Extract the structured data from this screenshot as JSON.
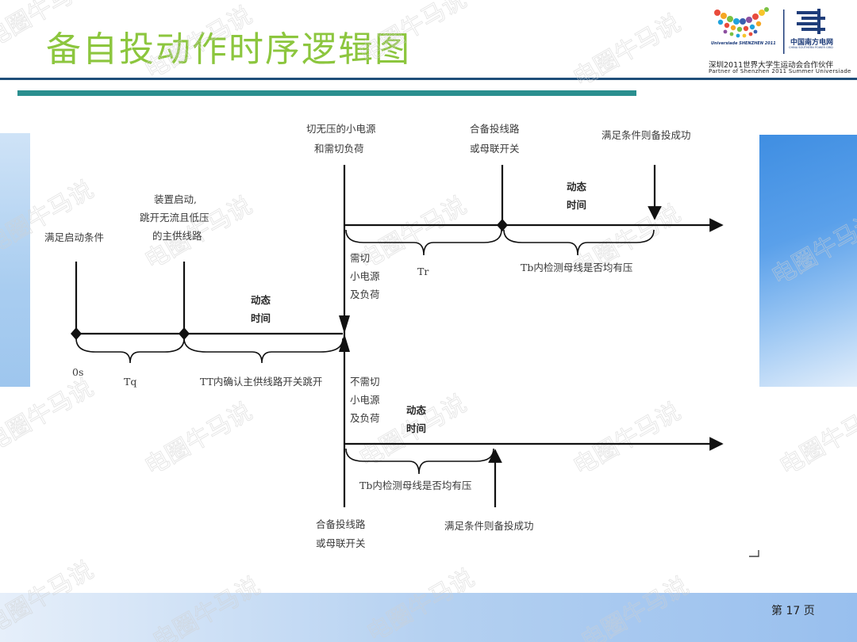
{
  "title": "备自投动作时序逻辑图",
  "logo": {
    "universiade_text": "Universiade SHENZHEN 2011",
    "csg_cn": "中国南方电网",
    "csg_en": "CHINA SOUTHERN POWER GRID",
    "partner_cn": "深圳2011世界大学生运动会合作伙伴",
    "partner_en": "Partner of Shenzhen 2011 Summer Universiade"
  },
  "page": {
    "prefix": "第",
    "number": "17",
    "suffix": "页"
  },
  "diagram": {
    "labels": {
      "start_condition": "满足启动条件",
      "device_start_1": "装置启动,",
      "device_start_2": "跳开无流且低压",
      "device_start_3": "的主供线路",
      "dynamic_1a": "动态",
      "dynamic_1b": "时间",
      "t0": "0s",
      "tq": "Tq",
      "tt_confirm": "TT内确认主供线路开关跳开",
      "cut_source_1": "切无压的小电源",
      "cut_source_2": "和需切负荷",
      "need_cut_1": "需切",
      "need_cut_2": "小电源",
      "need_cut_3": "及负荷",
      "tr": "Tr",
      "close_breaker_top_1": "合备投线路",
      "close_breaker_top_2": "或母联开关",
      "dynamic_2a": "动态",
      "dynamic_2b": "时间",
      "tb_check_top": "Tb内检测母线是否均有压",
      "success_top": "满足条件则备投成功",
      "no_cut_1": "不需切",
      "no_cut_2": "小电源",
      "no_cut_3": "及负荷",
      "dynamic_3a": "动态",
      "dynamic_3b": "时间",
      "tb_check_bottom": "Tb内检测母线是否均有压",
      "close_breaker_bottom_1": "合备投线路",
      "close_breaker_bottom_2": "或母联开关",
      "success_bottom": "满足条件则备投成功"
    }
  },
  "watermark": "电圈牛马说"
}
